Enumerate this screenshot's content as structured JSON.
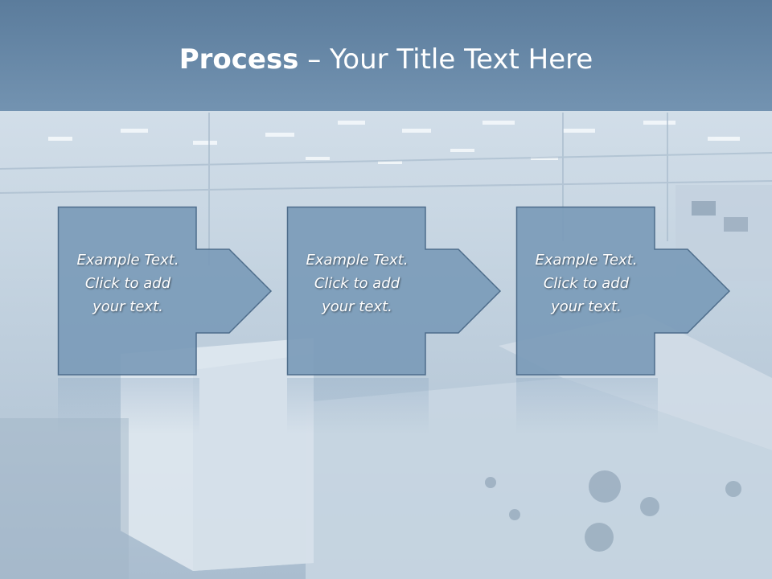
{
  "title": {
    "bold": "Process",
    "rest": " – Your Title Text Here"
  },
  "steps": [
    {
      "line1": "Example Text.",
      "line2": "Click  to add",
      "line3": "your text."
    },
    {
      "line1": "Example Text.",
      "line2": "Click  to add",
      "line3": "your text."
    },
    {
      "line1": "Example Text.",
      "line2": "Click  to add",
      "line3": "your text."
    }
  ],
  "colors": {
    "title_bar": "#6a8aa8",
    "box_fill": "#7b9bb9",
    "box_stroke": "#4e6d8b",
    "text": "#ffffff"
  }
}
